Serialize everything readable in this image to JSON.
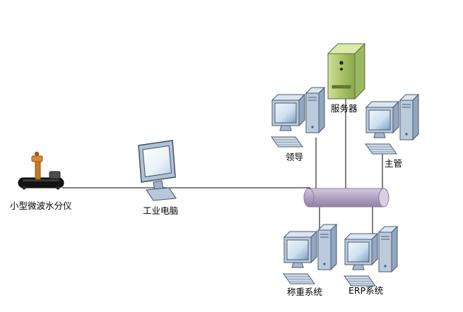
{
  "diagram": {
    "type": "network-topology",
    "nodes": {
      "moisture_analyzer": {
        "label": "小型微波水分仪",
        "kind": "instrument"
      },
      "industrial_pc": {
        "label": "工业电脑",
        "kind": "monitor"
      },
      "server": {
        "label": "服务器",
        "kind": "server-tower"
      },
      "leader_pc": {
        "label": "领导",
        "kind": "workstation"
      },
      "supervisor_pc": {
        "label": "主管",
        "kind": "workstation"
      },
      "weighing_pc": {
        "label": "称重系统",
        "kind": "workstation"
      },
      "erp_pc": {
        "label": "ERP系统",
        "kind": "workstation"
      }
    },
    "links": [
      {
        "from": "moisture_analyzer",
        "to": "industrial_pc"
      },
      {
        "from": "industrial_pc",
        "to": "bus"
      },
      {
        "from": "leader_pc",
        "to": "bus"
      },
      {
        "from": "server",
        "to": "bus"
      },
      {
        "from": "supervisor_pc",
        "to": "bus"
      },
      {
        "from": "weighing_pc",
        "to": "bus"
      },
      {
        "from": "erp_pc",
        "to": "bus"
      }
    ],
    "colors": {
      "background": "#ffffff",
      "server_green": "#a8c462",
      "bus_purple": "#b3a6c4",
      "computer_blue": "#bccadd",
      "analyzer_orange": "#c87a22",
      "line_black": "#000000"
    }
  }
}
